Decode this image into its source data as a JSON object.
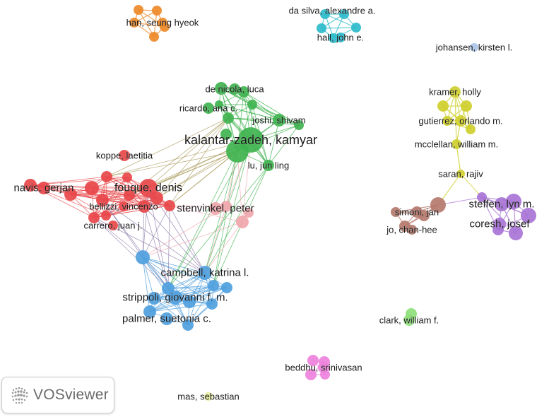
{
  "app": {
    "logo_text": "VOSviewer"
  },
  "colors": {
    "red": "#e8474a",
    "green": "#3fb34f",
    "blue": "#4f9fde",
    "yellow": "#cfcf2e",
    "brown": "#b57a6e",
    "purple": "#a874d6",
    "orange": "#ee8a2a",
    "cyan": "#2cbccc",
    "pink": "#f0a6ab",
    "lightgreen": "#8ee07a",
    "magenta": "#ee82dc",
    "lightyellow": "#e6ee9a",
    "lightblue": "#a9c4e8"
  },
  "nodes": [
    {
      "id": "kalantar",
      "label": "kalantar-zadeh, kamyar",
      "cluster": "green",
      "size": "xl"
    },
    {
      "id": "denicola",
      "label": "de nicola, luca",
      "cluster": "green",
      "size": "s"
    },
    {
      "id": "ricardo",
      "label": "ricardo, ana c.",
      "cluster": "green",
      "size": "s"
    },
    {
      "id": "joshi",
      "label": "joshi, shivam",
      "cluster": "green",
      "size": "s"
    },
    {
      "id": "lujunling",
      "label": "lu, jun ling",
      "cluster": "green",
      "size": "s"
    },
    {
      "id": "fouque",
      "label": "fouque, denis",
      "cluster": "red",
      "size": "l"
    },
    {
      "id": "koppe",
      "label": "koppe, laetitia",
      "cluster": "red",
      "size": "s"
    },
    {
      "id": "navis",
      "label": "navis, gerjan",
      "cluster": "red",
      "size": "m"
    },
    {
      "id": "bellizzi",
      "label": "bellizzi, vincenzo",
      "cluster": "red",
      "size": "s"
    },
    {
      "id": "carrero",
      "label": "carrero, juan j.",
      "cluster": "red",
      "size": "s"
    },
    {
      "id": "stenvinkel",
      "label": "stenvinkel, peter",
      "cluster": "pink",
      "size": "m"
    },
    {
      "id": "campbell",
      "label": "campbell, katrina l.",
      "cluster": "blue",
      "size": "m"
    },
    {
      "id": "strippoli",
      "label": "strippoli, giovanni f. m.",
      "cluster": "blue",
      "size": "m"
    },
    {
      "id": "palmer",
      "label": "palmer, suetonia c.",
      "cluster": "blue",
      "size": "m"
    },
    {
      "id": "kramer",
      "label": "kramer, holly",
      "cluster": "yellow",
      "size": "s"
    },
    {
      "id": "gutierrez",
      "label": "gutierrez, orlando m.",
      "cluster": "yellow",
      "size": "s"
    },
    {
      "id": "mcclellan",
      "label": "mcclellan, william m.",
      "cluster": "yellow",
      "size": "s"
    },
    {
      "id": "saran",
      "label": "saran, rajiv",
      "cluster": "yellow",
      "size": "s"
    },
    {
      "id": "simoni",
      "label": "simoni, jan",
      "cluster": "brown",
      "size": "s"
    },
    {
      "id": "jochanhee",
      "label": "jo, chan-hee",
      "cluster": "brown",
      "size": "s"
    },
    {
      "id": "steffen",
      "label": "steffen, lyn m.",
      "cluster": "purple",
      "size": "m"
    },
    {
      "id": "coresh",
      "label": "coresh, josef",
      "cluster": "purple",
      "size": "m"
    },
    {
      "id": "han",
      "label": "han, seung hyeok",
      "cluster": "orange",
      "size": "s"
    },
    {
      "id": "dasilva",
      "label": "da silva, alexandre a.",
      "cluster": "cyan",
      "size": "s"
    },
    {
      "id": "hall",
      "label": "hall, john e.",
      "cluster": "cyan",
      "size": "s"
    },
    {
      "id": "johansen",
      "label": "johansen, kirsten l.",
      "cluster": "lightblue",
      "size": "s"
    },
    {
      "id": "clark",
      "label": "clark, william f.",
      "cluster": "lightgreen",
      "size": "s"
    },
    {
      "id": "beddhu",
      "label": "beddhu, srinivasan",
      "cluster": "magenta",
      "size": "s"
    },
    {
      "id": "mas",
      "label": "mas, sebastian",
      "cluster": "lightyellow",
      "size": "s"
    }
  ]
}
